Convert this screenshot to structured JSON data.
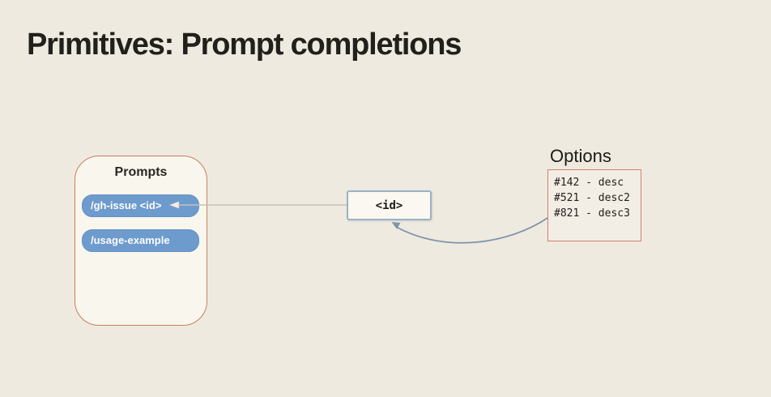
{
  "title": "Primitives: Prompt completions",
  "prompts": {
    "label": "Prompts",
    "commands": [
      "/gh-issue <id>",
      "/usage-example"
    ]
  },
  "id_box": {
    "label": "<id>"
  },
  "options": {
    "label": "Options",
    "items": [
      "#142 - desc",
      "#521 - desc2",
      "#821 - desc3"
    ]
  },
  "colors": {
    "background": "#efeae0",
    "title_text": "#22201b",
    "prompts_box_fill": "#f9f6ed",
    "prompts_box_border": "#c87e62",
    "pill_fill": "#6d9bce",
    "pill_text": "#fdfdfb",
    "id_box_fill": "#fbf8f1",
    "id_box_border": "#9cb1c4",
    "options_box_border": "#cf8169",
    "straight_arrow": "#c6c1b8",
    "curved_arrow": "#7e94a9"
  }
}
